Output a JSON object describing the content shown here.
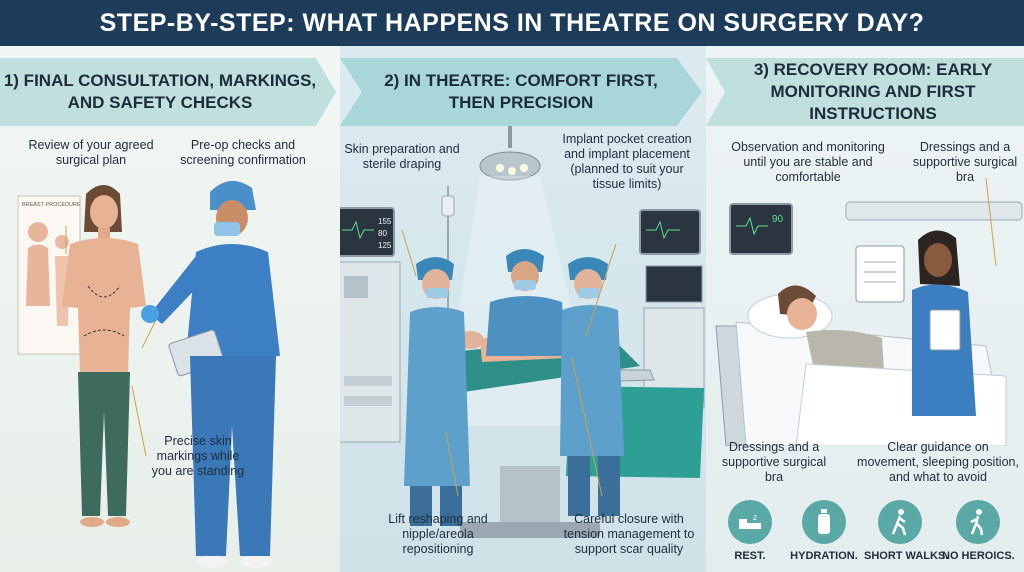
{
  "title": "STEP-BY-STEP: WHAT HAPPENS IN THEATRE ON SURGERY DAY?",
  "panel1": {
    "heading": "1) FINAL CONSULTATION, MARKINGS, AND SAFETY CHECKS",
    "captions": {
      "review": "Review of your agreed surgical plan",
      "preop": "Pre-op checks and screening confirmation",
      "markings": "Precise skin markings while you are standing"
    },
    "poster": "BREAST PROCEDURE"
  },
  "panel2": {
    "heading": "2) IN THEATRE: COMFORT FIRST, THEN PRECISION",
    "captions": {
      "skin": "Skin preparation and sterile draping",
      "implant": "Implant pocket creation and implant placement (planned to suit your tissue limits)",
      "lift": "Lift reshaping and nipple/areola repositioning",
      "closure": "Careful closure with tension management to support scar quality"
    },
    "monitor_left": [
      "155",
      "80",
      "125"
    ]
  },
  "panel3": {
    "heading": "3) RECOVERY ROOM: EARLY MONITORING AND FIRST INSTRUCTIONS",
    "captions": {
      "observation": "Observation and monitoring until you are stable and comfortable",
      "dressings_top": "Dressings and a supportive surgical bra",
      "dressings_bottom": "Dressings and a supportive surgical bra",
      "guidance": "Clear guidance on movement, sleeping position, and what to avoid"
    },
    "monitor_value": "90",
    "tips": [
      {
        "label": "REST.",
        "icon": "bed-icon"
      },
      {
        "label": "HYDRATION.",
        "icon": "water-bottle-icon"
      },
      {
        "label": "SHORT WALKS.",
        "icon": "walking-icon"
      },
      {
        "label": "NO HEROICS.",
        "icon": "no-heroics-icon"
      }
    ]
  }
}
